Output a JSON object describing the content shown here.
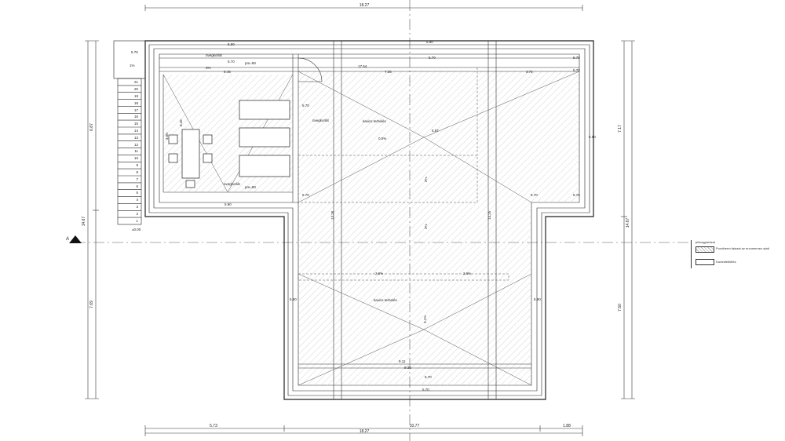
{
  "drawing": {
    "top_total_dim": "18.27",
    "bottom_dims": {
      "left": "5.73",
      "mid": "10.77",
      "right": "1.88",
      "total": "18.27"
    },
    "left_dims": {
      "upper": "6.87",
      "lower": "7.69",
      "total": "14.67"
    },
    "right_dims": {
      "upper": "7.17",
      "lower": "7.50",
      "total": "14.67"
    },
    "section_marker": "A",
    "stair": {
      "top_label": "5.75",
      "steps": [
        "21",
        "20",
        "19",
        "18",
        "17",
        "16",
        "15",
        "14",
        "13",
        "12",
        "11",
        "10",
        "9",
        "8",
        "7",
        "6",
        "5",
        "4",
        "3",
        "2",
        "1"
      ],
      "bottom_label": "±0.00"
    },
    "terrace": {
      "glass_label_top": "üvegkorlát",
      "glass_label_mid": "üvegkorlát",
      "glass_label_bottom": "üvegkorlát",
      "pm_top": "pm=90",
      "pm_bottom": "pm=90",
      "slope_1": "1%",
      "slope_2": "3%",
      "dim_5_45": "5.45",
      "dim_3_60": "3.60",
      "table_w": "0.45"
    },
    "roof": {
      "dim_17_54": "17.54",
      "dim_7_35": "7.35",
      "dim_3_72": "3.72",
      "dim_9_11": "9.11",
      "dim_9_35": "9.35",
      "dim_13_26": "13.26",
      "dim_13_25": "13.25",
      "kavics_1": "kavics terhelés",
      "kavics_2": "kavics terhelés",
      "slope_a": "0.5%",
      "slope_b": "2.6%",
      "slope_c": "2.6%",
      "slope_d": "2%",
      "slope_e": "2%",
      "slope_f": "3.1%"
    },
    "levels": [
      "5.90",
      "5.70",
      "5.80",
      "5.70",
      "5.70",
      "5.70",
      "5.70",
      "5.90",
      "5.70",
      "5.70",
      "5.90",
      "5.70",
      "5.90",
      "5.90",
      "5.70",
      "5.87",
      "5.70"
    ]
  },
  "legend": {
    "title": "jelmagyarázat",
    "item_1": "Purotherm falazat az erzomernez alatt",
    "item_2": "Kavicsfeltöltés"
  }
}
